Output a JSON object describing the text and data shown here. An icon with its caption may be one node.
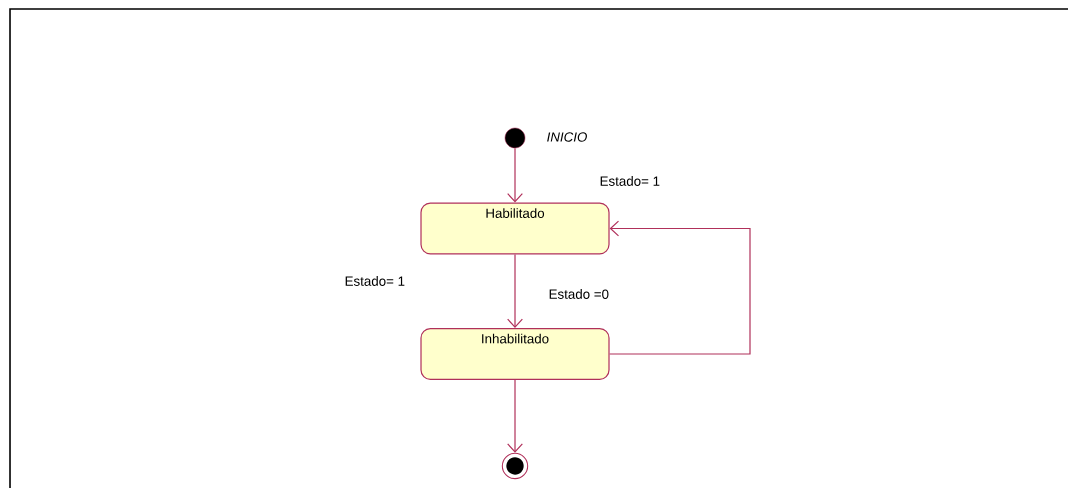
{
  "diagram": {
    "nodes": [
      {
        "text": [],
        "shape": "circle",
        "beside": [
          "INICIO"
        ]
      },
      {
        "text": [
          "Habilitado"
        ]
      },
      {
        "text": [
          "Inhabilitado"
        ]
      },
      {
        "text": [],
        "shape": "bullseye"
      }
    ],
    "edges": [
      {
        "from": 0,
        "to": 1,
        "arrow": "to"
      },
      {
        "from": 1,
        "to": 2,
        "arrow": "to",
        "label": "Estado =0"
      },
      {
        "from": 2,
        "to": 1,
        "arrow": "to",
        "label": "Estado= 1"
      },
      {
        "from": 2,
        "to": 3,
        "arrow": "to"
      }
    ],
    "labels": [
      "Estado= 1"
    ]
  }
}
